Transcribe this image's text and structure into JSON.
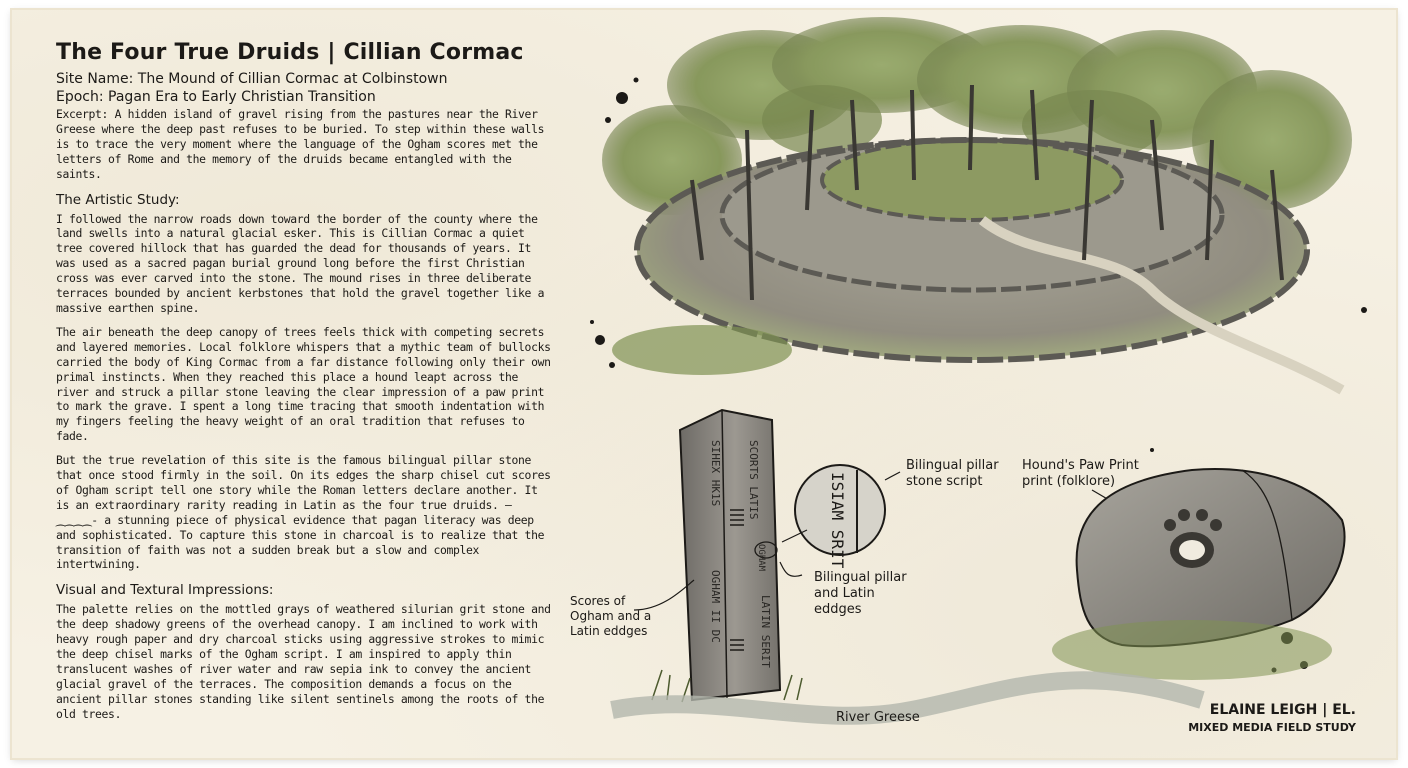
{
  "header": {
    "title": "The Four True Druids | Cillian Cormac",
    "site_name": "Site Name: The Mound of Cillian Cormac at Colbinstown",
    "epoch": "Epoch: Pagan Era to Early Christian Transition"
  },
  "excerpt": "Excerpt: A hidden island of gravel rising from the pastures near the River Greese where the deep past refuses to be buried. To step within these walls is to trace the very moment where the language of the Ogham scores met the letters of Rome and the memory of the druids became entangled with the saints.",
  "artistic_study": {
    "heading": "The Artistic Study:",
    "paragraphs": [
      "I followed the narrow roads down toward the border of the county where the land swells into a natural glacial esker. This is Cillian Cormac a quiet tree covered hillock that has guarded the dead for thousands of years. It was used as a sacred pagan burial ground long before the first Christian cross was ever carved into the stone. The mound rises in three deliberate terraces bounded by ancient kerbstones that hold the gravel together like a massive earthen spine.",
      "The air beneath the deep canopy of trees feels thick with competing secrets and layered memories. Local folklore whispers that a mythic team of bullocks carried the body of King Cormac from a far distance following only their own primal instincts. When they reached this place a hound leapt across the river and struck a pillar stone leaving the clear impression of a paw print to mark the grave. I spent a long time tracing that smooth indentation with my fingers feeling the heavy weight of an oral tradition that refuses to fade.",
      "But the true revelation of this site is the famous bilingual pillar stone that once stood firmly in the soil. On its edges the sharp chisel cut scores of Ogham script tell one story while the Roman letters declare another. It is an extraordinary rarity reading in Latin as the four true druids. – ⁔⁔⁔⁔- a stunning piece of physical evidence that pagan literacy was deep and sophisticated. To capture this stone in charcoal is to realize that the transition of faith was not a sudden break but a slow and complex intertwining."
    ]
  },
  "visual_impressions": {
    "heading": "Visual and Textural Impressions:",
    "paragraph": "The palette relies on the mottled grays of weathered silurian grit stone and the deep shadowy greens of the overhead canopy. I am inclined to work with heavy rough paper and dry charcoal sticks using aggressive strokes to mimic the deep chisel marks of the Ogham script. I am inspired to apply thin translucent washes of river water and raw sepia ink to convey the ancient glacial gravel of the terraces. The composition demands a focus on the ancient pillar stones standing like silent sentinels among the roots of the old trees."
  },
  "illustration": {
    "label_bilingual_script": "Bilingual pillar stone script",
    "label_paw_print": "Hound's Paw Print print (folklore)",
    "label_pillar_edges": "Bilingual pillar and Latin eddges",
    "label_ogham_scores": "Scores of Ogham and a Latin eddges",
    "label_river": "River Greese",
    "magnifier_text": "ISIAM SRIT",
    "pillar_text_left": "SIHEX HK1S",
    "pillar_text_top": "SCORTS LATIS",
    "pillar_text_ogham": "OGHAM",
    "pillar_text_latin": "LATIN SERIT",
    "pillar_text_bottom": "OGHAM II DC"
  },
  "signature": {
    "name": "ELAINE LEIGH | EL.",
    "subtitle": "MIXED MEDIA FIELD STUDY"
  },
  "colors": {
    "paper": "#f6f1e4",
    "ink": "#1c1a17",
    "moss": "#7f9152",
    "stone": "#8e8b84"
  }
}
